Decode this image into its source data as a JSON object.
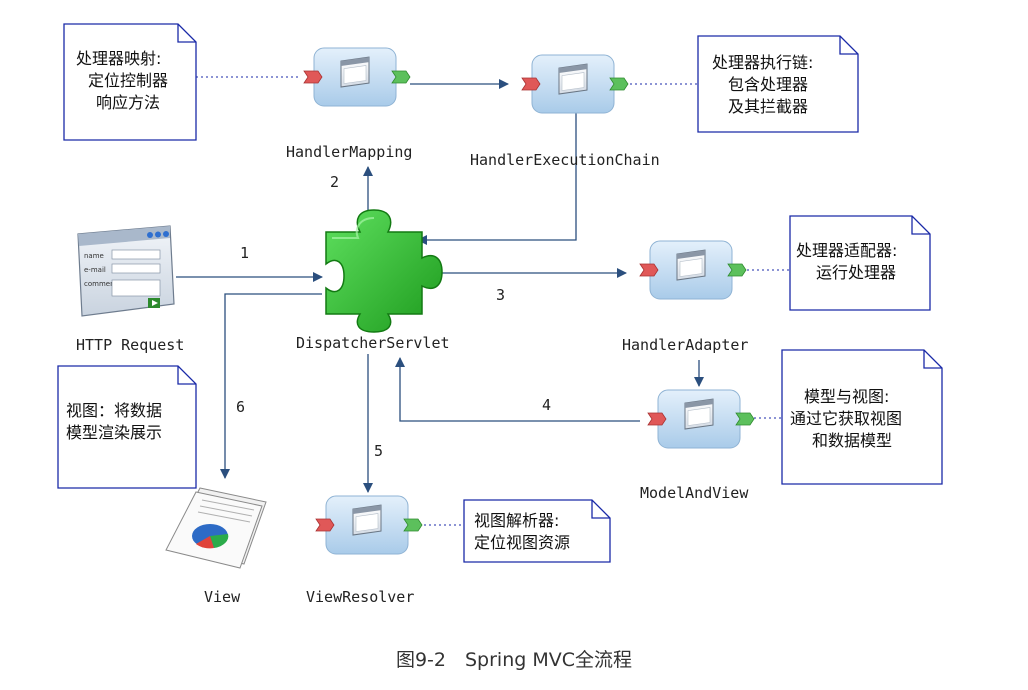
{
  "components": {
    "handler_mapping": "HandlerMapping",
    "handler_execution_chain": "HandlerExecutionChain",
    "dispatcher_servlet": "DispatcherServlet",
    "http_request": "HTTP Request",
    "handler_adapter": "HandlerAdapter",
    "model_and_view": "ModelAndView",
    "view": "View",
    "view_resolver": "ViewResolver"
  },
  "form_fields": [
    "name",
    "e-mail",
    "comments"
  ],
  "steps": [
    "1",
    "2",
    "3",
    "4",
    "5",
    "6"
  ],
  "notes": {
    "handler_mapping": [
      "处理器映射:",
      "定位控制器",
      "响应方法"
    ],
    "handler_execution_chain": [
      "处理器执行链:",
      "包含处理器",
      "及其拦截器"
    ],
    "handler_adapter": [
      "处理器适配器:",
      "运行处理器"
    ],
    "model_and_view": [
      "模型与视图:",
      "通过它获取视图",
      "和数据模型"
    ],
    "view": [
      "视图：将数据",
      "模型渲染展示"
    ],
    "view_resolver": [
      "视图解析器:",
      "定位视图资源"
    ]
  },
  "caption": "图9-2　Spring MVC全流程",
  "colors": {
    "arrow": "#2b4f7e",
    "note_border": "#1a2aa8",
    "puzzle": "#2fb52f",
    "box": "#bcd8f0",
    "connector_in": "#e05858",
    "connector_out": "#5cc05c"
  }
}
